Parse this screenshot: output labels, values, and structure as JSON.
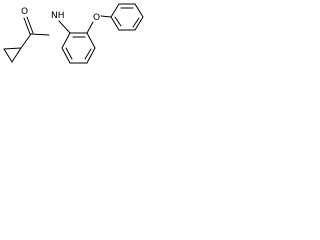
{
  "molecule": {
    "atoms": {
      "oxygen_carbonyl": "O",
      "nitrogen_amide": "NH",
      "oxygen_ether": "O"
    },
    "colors": {
      "bond": "#000000",
      "label": "#000000",
      "background": "#ffffff"
    }
  }
}
